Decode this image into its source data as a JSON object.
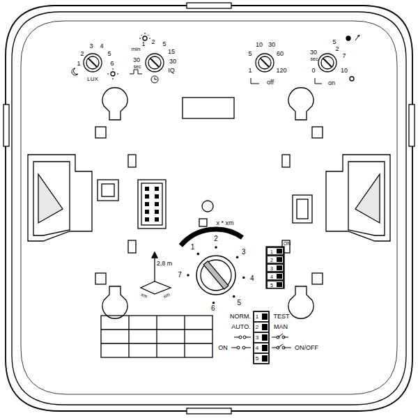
{
  "diagram": {
    "labels": [
      "2",
      "3",
      "4",
      "5",
      "1",
      "6",
      "LUX",
      "min",
      "1",
      "2",
      "5",
      "15",
      "30",
      "IQ",
      "30",
      "sec",
      "10",
      "30",
      "5",
      "60",
      "1",
      "120",
      "off",
      "5",
      "2",
      "7",
      "30",
      "sec",
      "10",
      "0",
      "on",
      "x * xm",
      "1",
      "2",
      "3",
      "4",
      "5",
      "6",
      "7",
      "2,8 m",
      "xm",
      "xm",
      "ON",
      "1",
      "2",
      "3",
      "4",
      "5",
      "NORM.",
      "TEST",
      "AUTO.",
      "MAN",
      "ON",
      "ON/OFF",
      "1",
      "2",
      "3",
      "4",
      "5"
    ]
  }
}
